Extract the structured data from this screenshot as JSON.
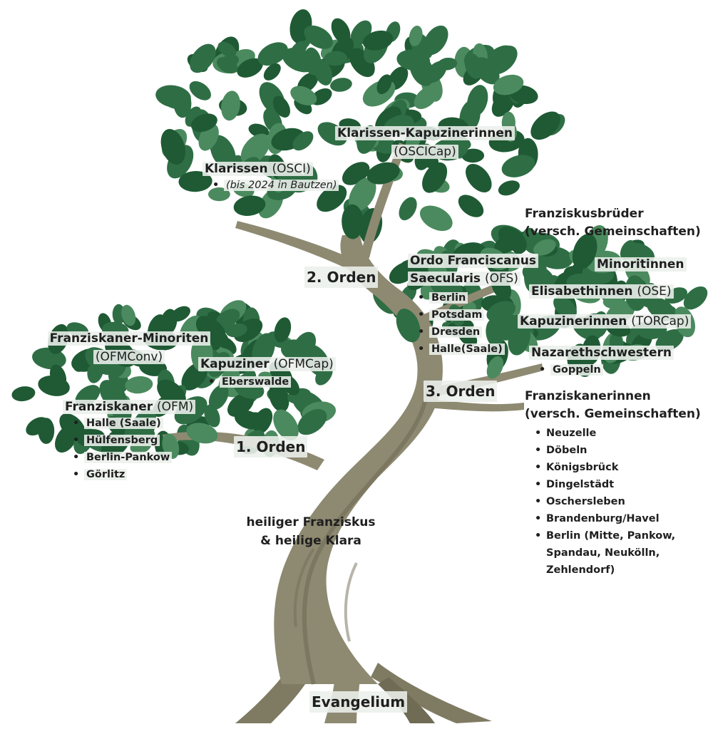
{
  "root": "Evangelium",
  "founders": [
    "heiliger Franziskus",
    "& heilige Klara"
  ],
  "first_order": {
    "label": "1. Orden",
    "groups": [
      {
        "name": "Franziskaner-Minoriten",
        "abbr": "(OFMConv)",
        "places": []
      },
      {
        "name": "Kapuziner",
        "abbr": "(OFMCap)",
        "places": [
          "Eberswalde"
        ]
      },
      {
        "name": "Franziskaner",
        "abbr": "(OFM)",
        "places": [
          "Halle (Saale)",
          "Hülfensberg",
          "Berlin-Pankow",
          "Görlitz"
        ]
      }
    ]
  },
  "second_order": {
    "label": "2. Orden",
    "groups": [
      {
        "name": "Klarissen-Kapuzinerinnen",
        "abbr": "(OSCICap)",
        "places": []
      },
      {
        "name": "Klarissen",
        "abbr": "(OSCI)",
        "places": [
          "(bis 2024 in Bautzen)"
        ]
      }
    ]
  },
  "third_order": {
    "label": "3. Orden",
    "groups": [
      {
        "name": "Ordo Franciscanus",
        "name2": "Saecularis",
        "abbr": "(OFS)",
        "places": [
          "Berlin",
          "Potsdam",
          "Dresden",
          "Halle(Saale)"
        ]
      },
      {
        "name": "Franziskusbrüder",
        "name2": "(versch. Gemeinschaften)",
        "places": []
      },
      {
        "name": "Minoritinnen",
        "places": []
      },
      {
        "name": "Elisabethinnen",
        "abbr": "(OSE)",
        "places": []
      },
      {
        "name": "Kapuzinerinnen",
        "abbr": "(TORCap)",
        "places": []
      },
      {
        "name": "Nazarethschwestern",
        "places": [
          "Goppeln"
        ]
      },
      {
        "name": "Franziskanerinnen",
        "name2": "(versch. Gemeinschaften)",
        "places": [
          "Neuzelle",
          "Döbeln",
          "Königsbrück",
          "Dingelstädt",
          "Oschersleben",
          "Brandenburg/Havel",
          "Berlin (Mitte, Pankow,",
          "Spandau, Neukölln,",
          "Zehlendorf)"
        ]
      }
    ]
  },
  "colors": {
    "trunk": "#8e8a72",
    "trunk_dark": "#6f6b55",
    "leaf_dark": "#1f5a34",
    "leaf_mid": "#2f6e45",
    "leaf_light": "#4b8a5e"
  }
}
